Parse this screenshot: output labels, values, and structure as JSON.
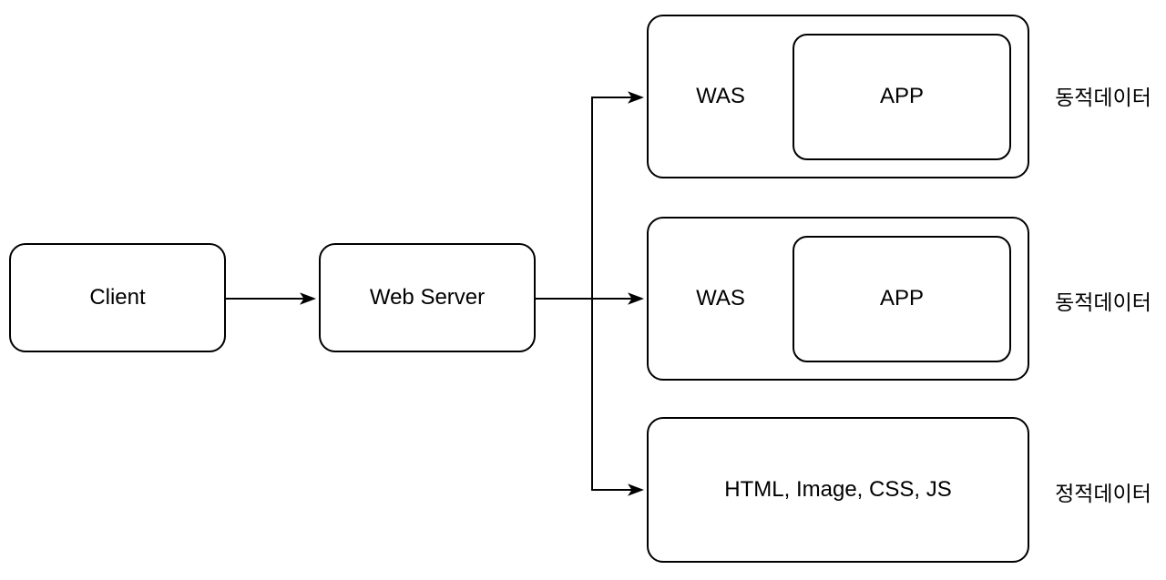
{
  "nodes": {
    "client": {
      "label": "Client"
    },
    "web_server": {
      "label": "Web Server"
    },
    "was_top": {
      "label": "WAS",
      "app_label": "APP"
    },
    "was_middle": {
      "label": "WAS",
      "app_label": "APP"
    },
    "static_content": {
      "label": "HTML, Image, CSS, JS"
    }
  },
  "annotations": {
    "was_top": "동적데이터",
    "was_middle": "동적데이터",
    "static_content": "정적데이터"
  },
  "colors": {
    "stroke": "#000000",
    "background": "#ffffff",
    "text": "#000000"
  }
}
